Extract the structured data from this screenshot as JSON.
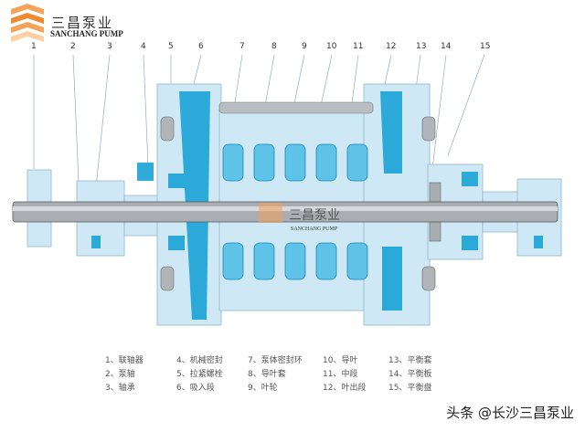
{
  "brand": {
    "name_cn": "三昌泵业",
    "name_en": "SANCHANG PUMP"
  },
  "watermark": {
    "name_cn": "三昌泵业",
    "name_en": "SANCHANG PUMP"
  },
  "callouts": [
    "1",
    "2",
    "3",
    "4",
    "5",
    "6",
    "7",
    "8",
    "9",
    "10",
    "11",
    "12",
    "13",
    "14",
    "15"
  ],
  "legend": [
    "1、联轴器",
    "2、泵轴",
    "3、轴承",
    "4、机械密封",
    "5、拉紧螺栓",
    "6、吸入段",
    "7、泵体密封环",
    "8、导叶套",
    "9、叶轮",
    "10、导叶",
    "11、中段",
    "12、叶出段",
    "13、平衡套",
    "14、平衡板",
    "15、平衡盘"
  ],
  "footer": "头条 @长沙三昌泵业",
  "colors": {
    "casing": "#cfe8f5",
    "water": "#1aa3d6",
    "shaft": "#9aa0a6",
    "line": "#7fa9bf"
  }
}
